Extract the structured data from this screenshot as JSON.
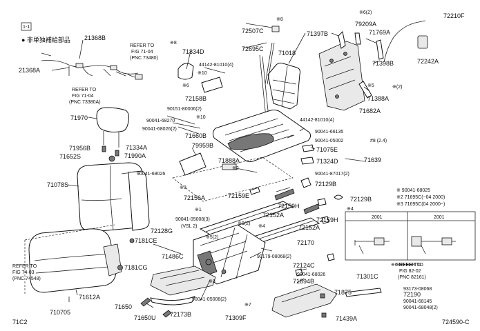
{
  "header": {
    "box_mark": "1-1",
    "legend_note": "● 非単独補給部品"
  },
  "refs": {
    "r1": [
      "REFER TO",
      "FIG 71-04",
      "(PNC 73480)"
    ],
    "r2": [
      "REFER TO",
      "FIG 71-04",
      "(PNC 73380A)"
    ],
    "r3": [
      "REFER TO",
      "FIG 74-03",
      "(PNC 74548)"
    ],
    "r4": [
      "REFER TO",
      "FIG 82-02",
      "(PNC 82161)"
    ]
  },
  "labels": {
    "p21368B": "21368B",
    "p21368A": "21368A",
    "p71834D": "71834D",
    "p72158B": "72158B",
    "p72507C": "72507C",
    "p72695C": "72695C",
    "p71018": "71018",
    "p71397B": "71397B",
    "p79209A": "79209A",
    "p71769A": "71769A",
    "p72210F": "72210F",
    "p72242A": "72242A",
    "p71398B": "71398B",
    "p71388A": "71388A",
    "p71682A": "71682A",
    "p71970": "71970",
    "p71956B": "71956B",
    "p71652S": "71652S",
    "p71334A": "71334A",
    "p71990A": "71990A",
    "p71660B": "71660B",
    "p79959B": "79959B",
    "p71888A": "71888A",
    "p71075E": "71075E",
    "p71324D": "71324D",
    "p71639": "71639",
    "p72129B": "72129B",
    "p72129Bb": "72129B",
    "p71078S": "71078S",
    "p72156A": "72156A",
    "p72159E": "72159E",
    "p72159H": "72159H",
    "p72159Hb": "72159H",
    "p72152A": "72152A",
    "p72152Ab": "72152A",
    "p72128G": "72128G",
    "p7181CE": "7181CE",
    "p72170": "72170",
    "p71486C": "71486C",
    "p7181CG": "7181CG",
    "p72124C": "72124C",
    "p71894B": "71894B",
    "p71301C": "71301C",
    "p71875": "71875",
    "p72190": "72190",
    "p71612A": "71612A",
    "p710705": "710705",
    "p71650": "71650",
    "p71650U": "71650U",
    "p72173B": "72173B",
    "p71309F": "71309F",
    "p71439A": "71439A"
  },
  "fasteners": {
    "f1": "90151-80006(2)",
    "f2": "90041-68270",
    "f3": "90041-68026(2)",
    "f4": "44142-81010(4)",
    "f5": "44142-81010(4)",
    "f6": "90041-66135",
    "f7": "90041-05002",
    "f8": "90041-68026",
    "f9": "90041-87017(2)",
    "f10": "90041-05008(3)",
    "f11": "90179-08068(2)",
    "f12": "90041-68026",
    "f13": "90041-05008(2)",
    "f14": "93173-08068",
    "f15": "90041-68145",
    "f16": "90041-68048(2)"
  },
  "small": {
    "s1": "※8",
    "s2": "※6(2)",
    "s3": "※8",
    "s4": "※10",
    "s5": "※5",
    "s6": "※(2)",
    "s7": "※6",
    "s8": "※2",
    "s9": "※3",
    "s10": "※1",
    "s11": "※9(2)",
    "s12": "※5(2)",
    "s13": "※4",
    "s14": "※8",
    "s15": "※7",
    "s16": "#8  (2.4)",
    "s17": "※10",
    "s18": "(VSL 2)"
  },
  "notes": {
    "n1": "※ 90041-68025",
    "n2": "※2 71695C(~04 2000)",
    "n3": "※3 71695C(04 2000~)"
  },
  "inset": {
    "title": "※4",
    "col1": "2001",
    "col2": "2001"
  },
  "notes2": {
    "n4": "※6 REFER TO"
  },
  "footer": {
    "left": "71C2",
    "right": "724590-C"
  }
}
